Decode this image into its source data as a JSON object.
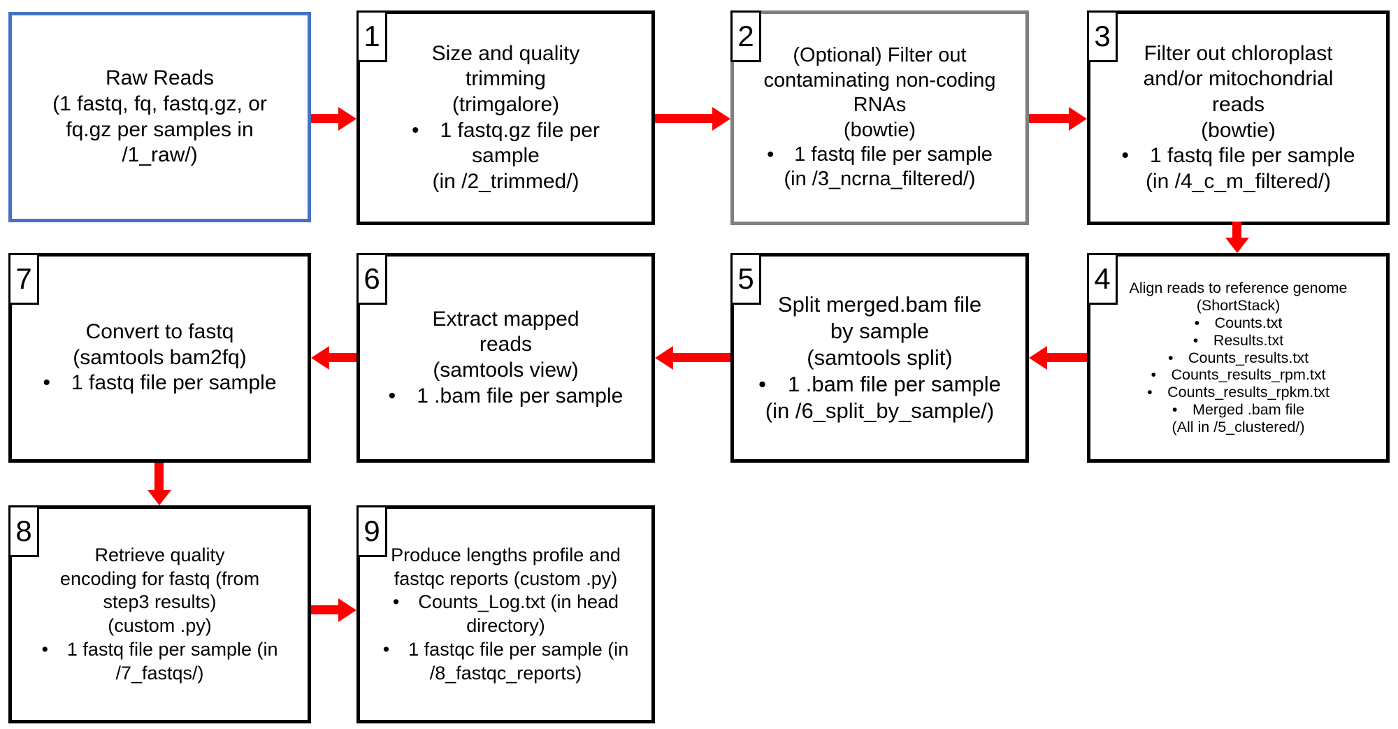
{
  "figure": {
    "type": "flowchart",
    "colors": {
      "arrow": "#FF0000",
      "border_black": "#000000",
      "border_blue": "#4472C4",
      "border_gray": "#7F7F7F",
      "background": "#FFFFFF",
      "text": "#000000"
    },
    "boxes": [
      {
        "id": "raw",
        "number": "",
        "border": "blue",
        "lines": [
          {
            "text": "Raw Reads",
            "bullet": false
          },
          {
            "text": "(1 fastq, fq, fastq.gz, or",
            "bullet": false
          },
          {
            "text": "fq.gz per samples in",
            "bullet": false
          },
          {
            "text": "/1_raw/)",
            "bullet": false
          }
        ]
      },
      {
        "id": "1",
        "number": "1",
        "border": "black",
        "lines": [
          {
            "text": "Size and quality",
            "bullet": false
          },
          {
            "text": "trimming",
            "bullet": false
          },
          {
            "text": "(trimgalore)",
            "bullet": false
          },
          {
            "text": "1 fastq.gz file per",
            "bullet": true
          },
          {
            "text": "sample",
            "bullet": false
          },
          {
            "text": "(in /2_trimmed/)",
            "bullet": false
          }
        ]
      },
      {
        "id": "2",
        "number": "2",
        "border": "gray",
        "lines": [
          {
            "text": "(Optional) Filter out",
            "bullet": false
          },
          {
            "text": "contaminating non-coding",
            "bullet": false
          },
          {
            "text": "RNAs",
            "bullet": false
          },
          {
            "text": "(bowtie)",
            "bullet": false
          },
          {
            "text": "1 fastq file per sample",
            "bullet": true
          },
          {
            "text": "(in /3_ncrna_filtered/)",
            "bullet": false
          }
        ]
      },
      {
        "id": "3",
        "number": "3",
        "border": "black",
        "lines": [
          {
            "text": "Filter out chloroplast",
            "bullet": false
          },
          {
            "text": "and/or mitochondrial",
            "bullet": false
          },
          {
            "text": "reads",
            "bullet": false
          },
          {
            "text": "(bowtie)",
            "bullet": false
          },
          {
            "text": "1 fastq file per sample",
            "bullet": true
          },
          {
            "text": "(in /4_c_m_filtered/)",
            "bullet": false
          }
        ]
      },
      {
        "id": "4",
        "number": "4",
        "border": "black",
        "lines": [
          {
            "text": "Align reads to reference genome",
            "bullet": false
          },
          {
            "text": "(ShortStack)",
            "bullet": false
          },
          {
            "text": "Counts.txt",
            "bullet": true
          },
          {
            "text": "Results.txt",
            "bullet": true
          },
          {
            "text": "Counts_results.txt",
            "bullet": true
          },
          {
            "text": "Counts_results_rpm.txt",
            "bullet": true
          },
          {
            "text": "Counts_results_rpkm.txt",
            "bullet": true
          },
          {
            "text": "Merged .bam file",
            "bullet": true
          },
          {
            "text": "(All in /5_clustered/)",
            "bullet": false
          }
        ]
      },
      {
        "id": "5",
        "number": "5",
        "border": "black",
        "lines": [
          {
            "text": "Split merged.bam file",
            "bullet": false
          },
          {
            "text": "by sample",
            "bullet": false
          },
          {
            "text": "(samtools split)",
            "bullet": false
          },
          {
            "text": "1 .bam file per sample",
            "bullet": true
          },
          {
            "text": "(in /6_split_by_sample/)",
            "bullet": false
          }
        ]
      },
      {
        "id": "6",
        "number": "6",
        "border": "black",
        "lines": [
          {
            "text": "Extract mapped",
            "bullet": false
          },
          {
            "text": "reads",
            "bullet": false
          },
          {
            "text": "(samtools view)",
            "bullet": false
          },
          {
            "text": "1 .bam file per sample",
            "bullet": true
          }
        ]
      },
      {
        "id": "7",
        "number": "7",
        "border": "black",
        "lines": [
          {
            "text": "Convert to fastq",
            "bullet": false
          },
          {
            "text": "(samtools bam2fq)",
            "bullet": false
          },
          {
            "text": "1 fastq file per sample",
            "bullet": true
          }
        ]
      },
      {
        "id": "8",
        "number": "8",
        "border": "black",
        "lines": [
          {
            "text": "Retrieve quality",
            "bullet": false
          },
          {
            "text": "encoding for fastq (from",
            "bullet": false
          },
          {
            "text": "step3 results)",
            "bullet": false
          },
          {
            "text": "(custom .py)",
            "bullet": false
          },
          {
            "text": "1 fastq file per sample (in",
            "bullet": true
          },
          {
            "text": "/7_fastqs/)",
            "bullet": false
          }
        ]
      },
      {
        "id": "9",
        "number": "9",
        "border": "black",
        "lines": [
          {
            "text": "Produce lengths profile and",
            "bullet": false
          },
          {
            "text": "fastqc reports (custom .py)",
            "bullet": false
          },
          {
            "text": "Counts_Log.txt (in head",
            "bullet": true
          },
          {
            "text": "directory)",
            "bullet": false
          },
          {
            "text": "1 fastqc file per sample (in",
            "bullet": true
          },
          {
            "text": "/8_fastqc_reports)",
            "bullet": false
          }
        ]
      }
    ],
    "arrows": [
      {
        "from": "raw",
        "to": "1",
        "dir": "right"
      },
      {
        "from": "1",
        "to": "2",
        "dir": "right"
      },
      {
        "from": "2",
        "to": "3",
        "dir": "right"
      },
      {
        "from": "3",
        "to": "4",
        "dir": "down"
      },
      {
        "from": "4",
        "to": "5",
        "dir": "left"
      },
      {
        "from": "5",
        "to": "6",
        "dir": "left"
      },
      {
        "from": "6",
        "to": "7",
        "dir": "left"
      },
      {
        "from": "7",
        "to": "8",
        "dir": "down"
      },
      {
        "from": "8",
        "to": "9",
        "dir": "right"
      }
    ]
  }
}
